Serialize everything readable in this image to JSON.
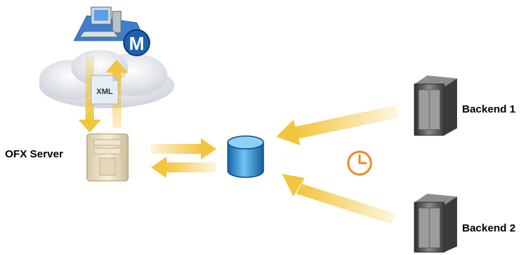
{
  "nodes": {
    "ofx_server_label": "OFX Server",
    "backend1_label": "Backend 1",
    "backend2_label": "Backend 2",
    "document_label": "XML",
    "client_badge_letter": "M"
  },
  "icons": {
    "client": "desktop-computer-icon",
    "cloud": "cloud-icon",
    "document": "xml-document-icon",
    "ofx_server": "server-tower-icon",
    "database": "database-cylinder-icon",
    "clock": "clock-icon",
    "backend": "server-rack-icon"
  },
  "colors": {
    "arrow": "#f2c53d",
    "database": "#2b8bd1",
    "clock": "#f08a1c",
    "backend_dark": "#4a4a4a",
    "ofx_server_body": "#e8dcc0",
    "badge": "#1f5fae"
  }
}
